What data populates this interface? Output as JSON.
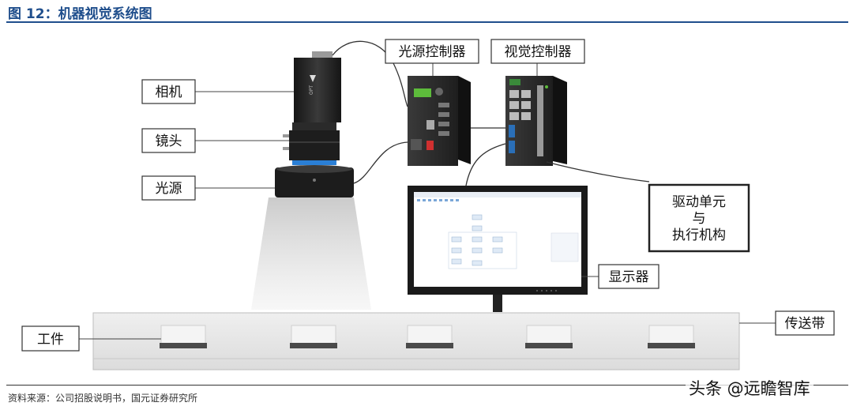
{
  "figure": {
    "title": "图 12：机器视觉系统图",
    "source": "资料来源：公司招股说明书，国元证券研究所",
    "watermark": "头条 @远瞻智库"
  },
  "labels": {
    "camera": "相机",
    "lens": "镜头",
    "light_source": "光源",
    "light_controller": "光源控制器",
    "vision_controller": "视觉控制器",
    "actuator_line1": "驱动单元",
    "actuator_line2": "与",
    "actuator_line3": "执行机构",
    "display": "显示器",
    "workpiece": "工件",
    "conveyor": "传送带"
  },
  "colors": {
    "title": "#1f4e8c",
    "device_dark": "#2b2b2b",
    "conveyor": "#e8e8e8",
    "workpiece": "#f0f0f0",
    "lens_ring": "#2a7fd6"
  }
}
